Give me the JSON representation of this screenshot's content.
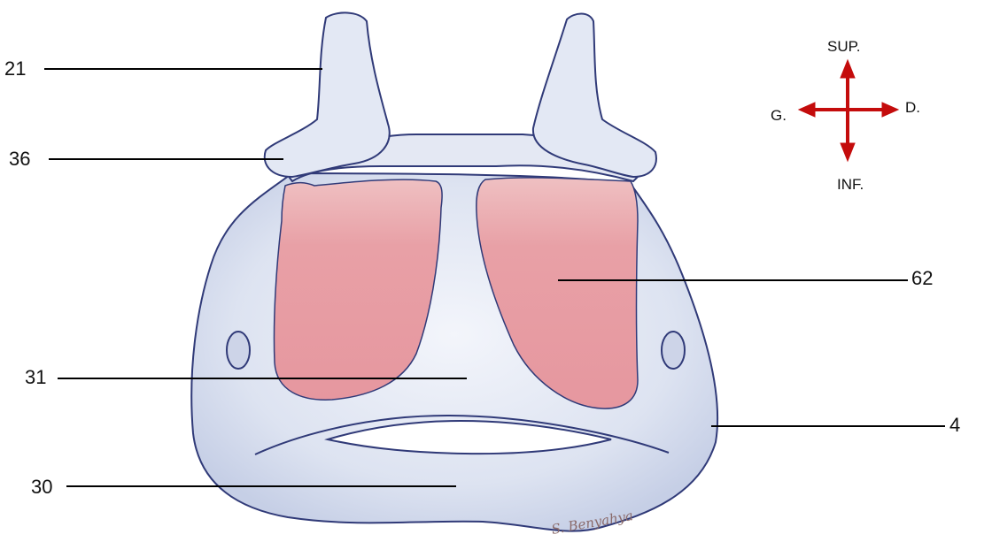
{
  "labels": {
    "l21": "21",
    "l36": "36",
    "l62": "62",
    "l31": "31",
    "l4": "4",
    "l30": "30"
  },
  "compass": {
    "sup": "SUP.",
    "inf": "INF.",
    "left": "G.",
    "right": "D.",
    "arrow_color": "#c40c0c"
  },
  "signature": "S. Benyahya",
  "colors": {
    "bone": "#dde3f1",
    "bone_outline": "#303a78",
    "muscle": "#e9a1a6",
    "leader_line": "#000000"
  }
}
